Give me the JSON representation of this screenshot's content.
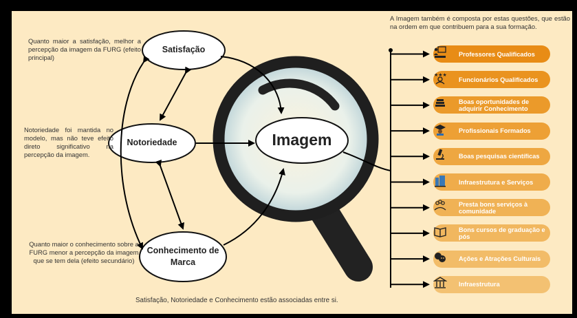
{
  "header_text": "A Imagem também é composta por estas questões, que estão na ordem em que contribuem para a sua formação.",
  "center_label": "Imagem",
  "nodes": {
    "satisfacao": "Satisfação",
    "notoriedade": "Notoriedade",
    "conhecimento": "Conhecimento de Marca"
  },
  "notes": {
    "satisfacao": "Quanto maior a satisfação, melhor a percepção da imagem da FURG (efeito principal)",
    "notoriedade": "Notoriedade foi mantida no modelo, mas não teve efeito direto significativo na percepção da imagem.",
    "conhecimento": "Quanto maior o conhecimento sobre a FURG menor a percepção da imagem que se tem dela (efeito secundário)"
  },
  "footer_text": "Satisfação, Notoriedade e Conhecimento estão associadas entre si.",
  "factors": [
    {
      "label": "Professores Qualificados",
      "icon": "teacher-icon",
      "color": "#e88c16"
    },
    {
      "label": "Funcionários Qualificados",
      "icon": "staff-icon",
      "color": "#ea931f"
    },
    {
      "label": "Boas oportunidades de adquirir Conhecimento",
      "icon": "book-stack-icon",
      "color": "#eb9a2a"
    },
    {
      "label": "Profissionais Formados",
      "icon": "graduate-icon",
      "color": "#eda035"
    },
    {
      "label": "Boas pesquisas científicas",
      "icon": "microscope-icon",
      "color": "#eea741"
    },
    {
      "label": "Infraestrutura e Serviços",
      "icon": "building-icon",
      "color": "#efac4b"
    },
    {
      "label": "Presta bons serviços à comunidade",
      "icon": "community-icon",
      "color": "#f0b255"
    },
    {
      "label": "Bons cursos de graduação e pós",
      "icon": "open-book-icon",
      "color": "#f1b75f"
    },
    {
      "label": "Ações e Atrações Culturais",
      "icon": "theater-masks-icon",
      "color": "#f2bc68"
    },
    {
      "label": "Infraestrutura",
      "icon": "institution-icon",
      "color": "#f3c172"
    }
  ]
}
